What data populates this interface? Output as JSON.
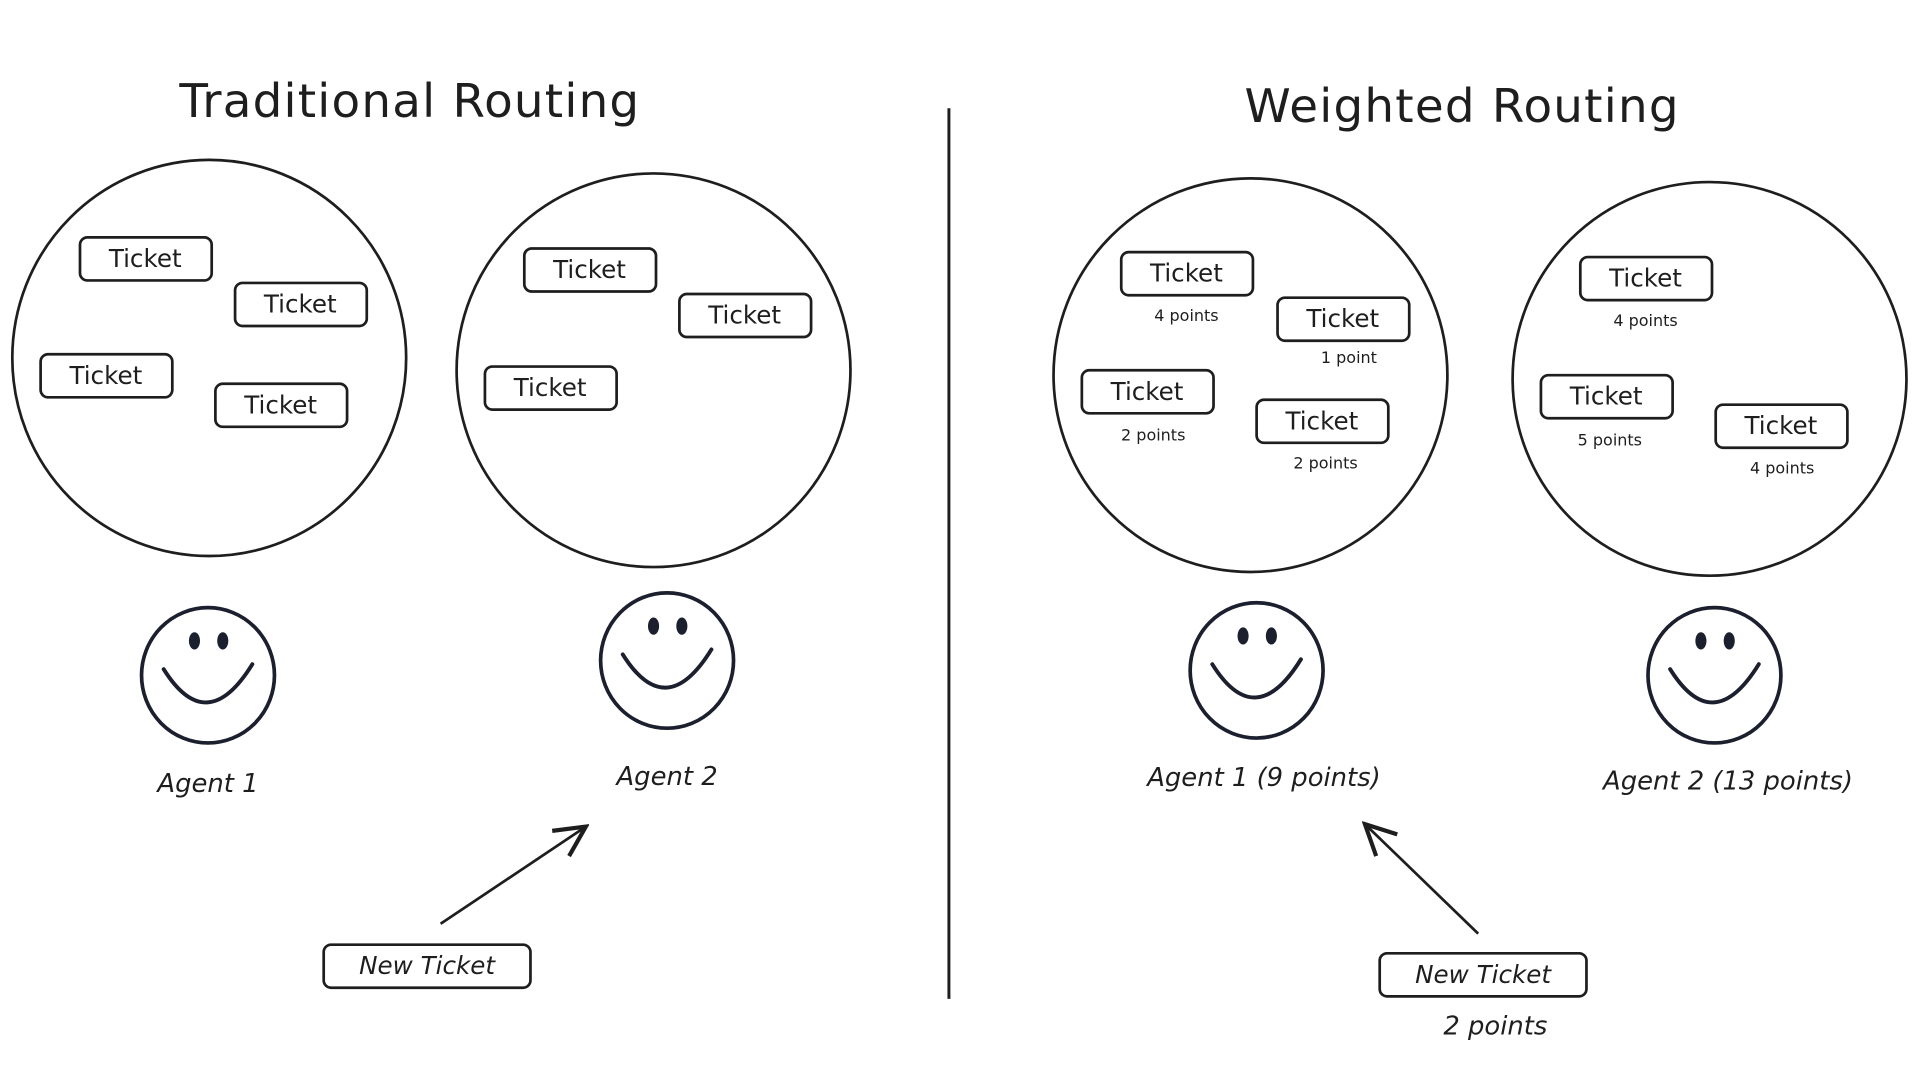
{
  "left_panel": {
    "title": "Traditional Routing",
    "agents": [
      {
        "label": "Agent 1",
        "tickets": [
          "Ticket",
          "Ticket",
          "Ticket",
          "Ticket"
        ]
      },
      {
        "label": "Agent 2",
        "tickets": [
          "Ticket",
          "Ticket",
          "Ticket"
        ]
      }
    ],
    "new_ticket": {
      "label": "New Ticket",
      "routed_to": "Agent 2"
    }
  },
  "right_panel": {
    "title": "Weighted Routing",
    "agents": [
      {
        "label": "Agent 1 (9 points)",
        "total_points": 9,
        "tickets": [
          {
            "label": "Ticket",
            "points": "4 points"
          },
          {
            "label": "Ticket",
            "points": "1 point"
          },
          {
            "label": "Ticket",
            "points": "2 points"
          },
          {
            "label": "Ticket",
            "points": "2 points"
          }
        ]
      },
      {
        "label": "Agent 2 (13 points)",
        "total_points": 13,
        "tickets": [
          {
            "label": "Ticket",
            "points": "4 points"
          },
          {
            "label": "Ticket",
            "points": "5 points"
          },
          {
            "label": "Ticket",
            "points": "4 points"
          }
        ]
      }
    ],
    "new_ticket": {
      "label": "New Ticket",
      "points": "2 points",
      "routed_to": "Agent 1 (9 points)"
    }
  },
  "icons": {
    "agent": "smiley-face-icon",
    "arrow": "arrow-icon"
  }
}
